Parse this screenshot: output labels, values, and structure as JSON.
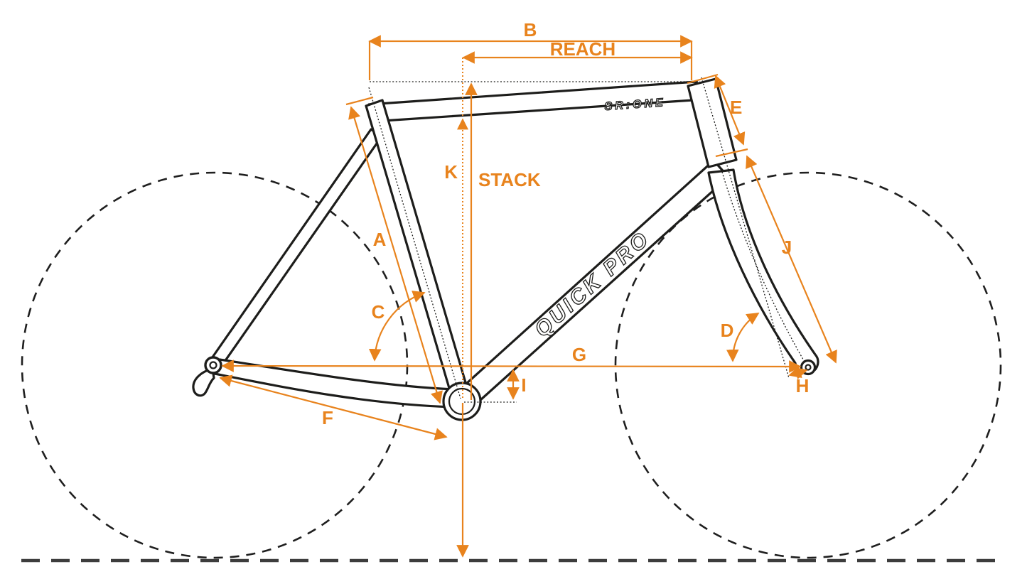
{
  "diagram": {
    "subject": "bicycle frame geometry diagram",
    "dims": {
      "b": "B",
      "reach": "REACH",
      "stack": "STACK",
      "k": "K",
      "a": "A",
      "c": "C",
      "d": "D",
      "e": "E",
      "f": "F",
      "g": "G",
      "h": "H",
      "i": "I",
      "j": "J"
    },
    "logos": {
      "down_tube": "QUICK PRO",
      "top_tube": "SR:ONE"
    }
  },
  "colors": {
    "accent": "#E8831D",
    "frame": "#1D1D1B",
    "ground": "#3D3D3D",
    "background": "#FFFFFF"
  }
}
